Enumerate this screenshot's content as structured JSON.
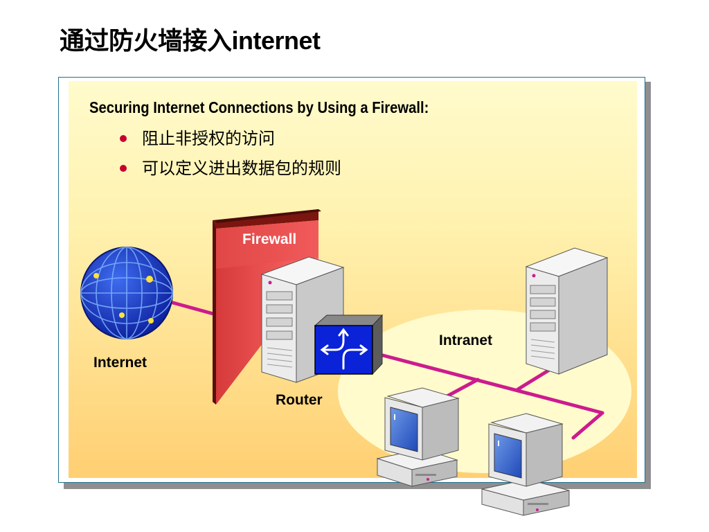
{
  "slide": {
    "title": "通过防火墙接入internet"
  },
  "panel": {
    "subtitle": "Securing Internet Connections by Using a Firewall:",
    "bullets": [
      "阻止非授权的访问",
      "可以定义进出数据包的规则"
    ]
  },
  "diagram": {
    "labels": {
      "firewall": "Firewall",
      "internet": "Internet",
      "router": "Router",
      "intranet": "Intranet"
    },
    "icons": [
      "globe-icon",
      "firewall-wall-icon",
      "server-icon",
      "router-icon",
      "workstation-icon"
    ],
    "colors": {
      "link": "#cc1b8e",
      "firewall_face": "#e04040",
      "firewall_side": "#9a1f14",
      "router": "#0a22d8",
      "globe": "#1e3fc8",
      "intranet_zone": "#fffbcc"
    }
  }
}
